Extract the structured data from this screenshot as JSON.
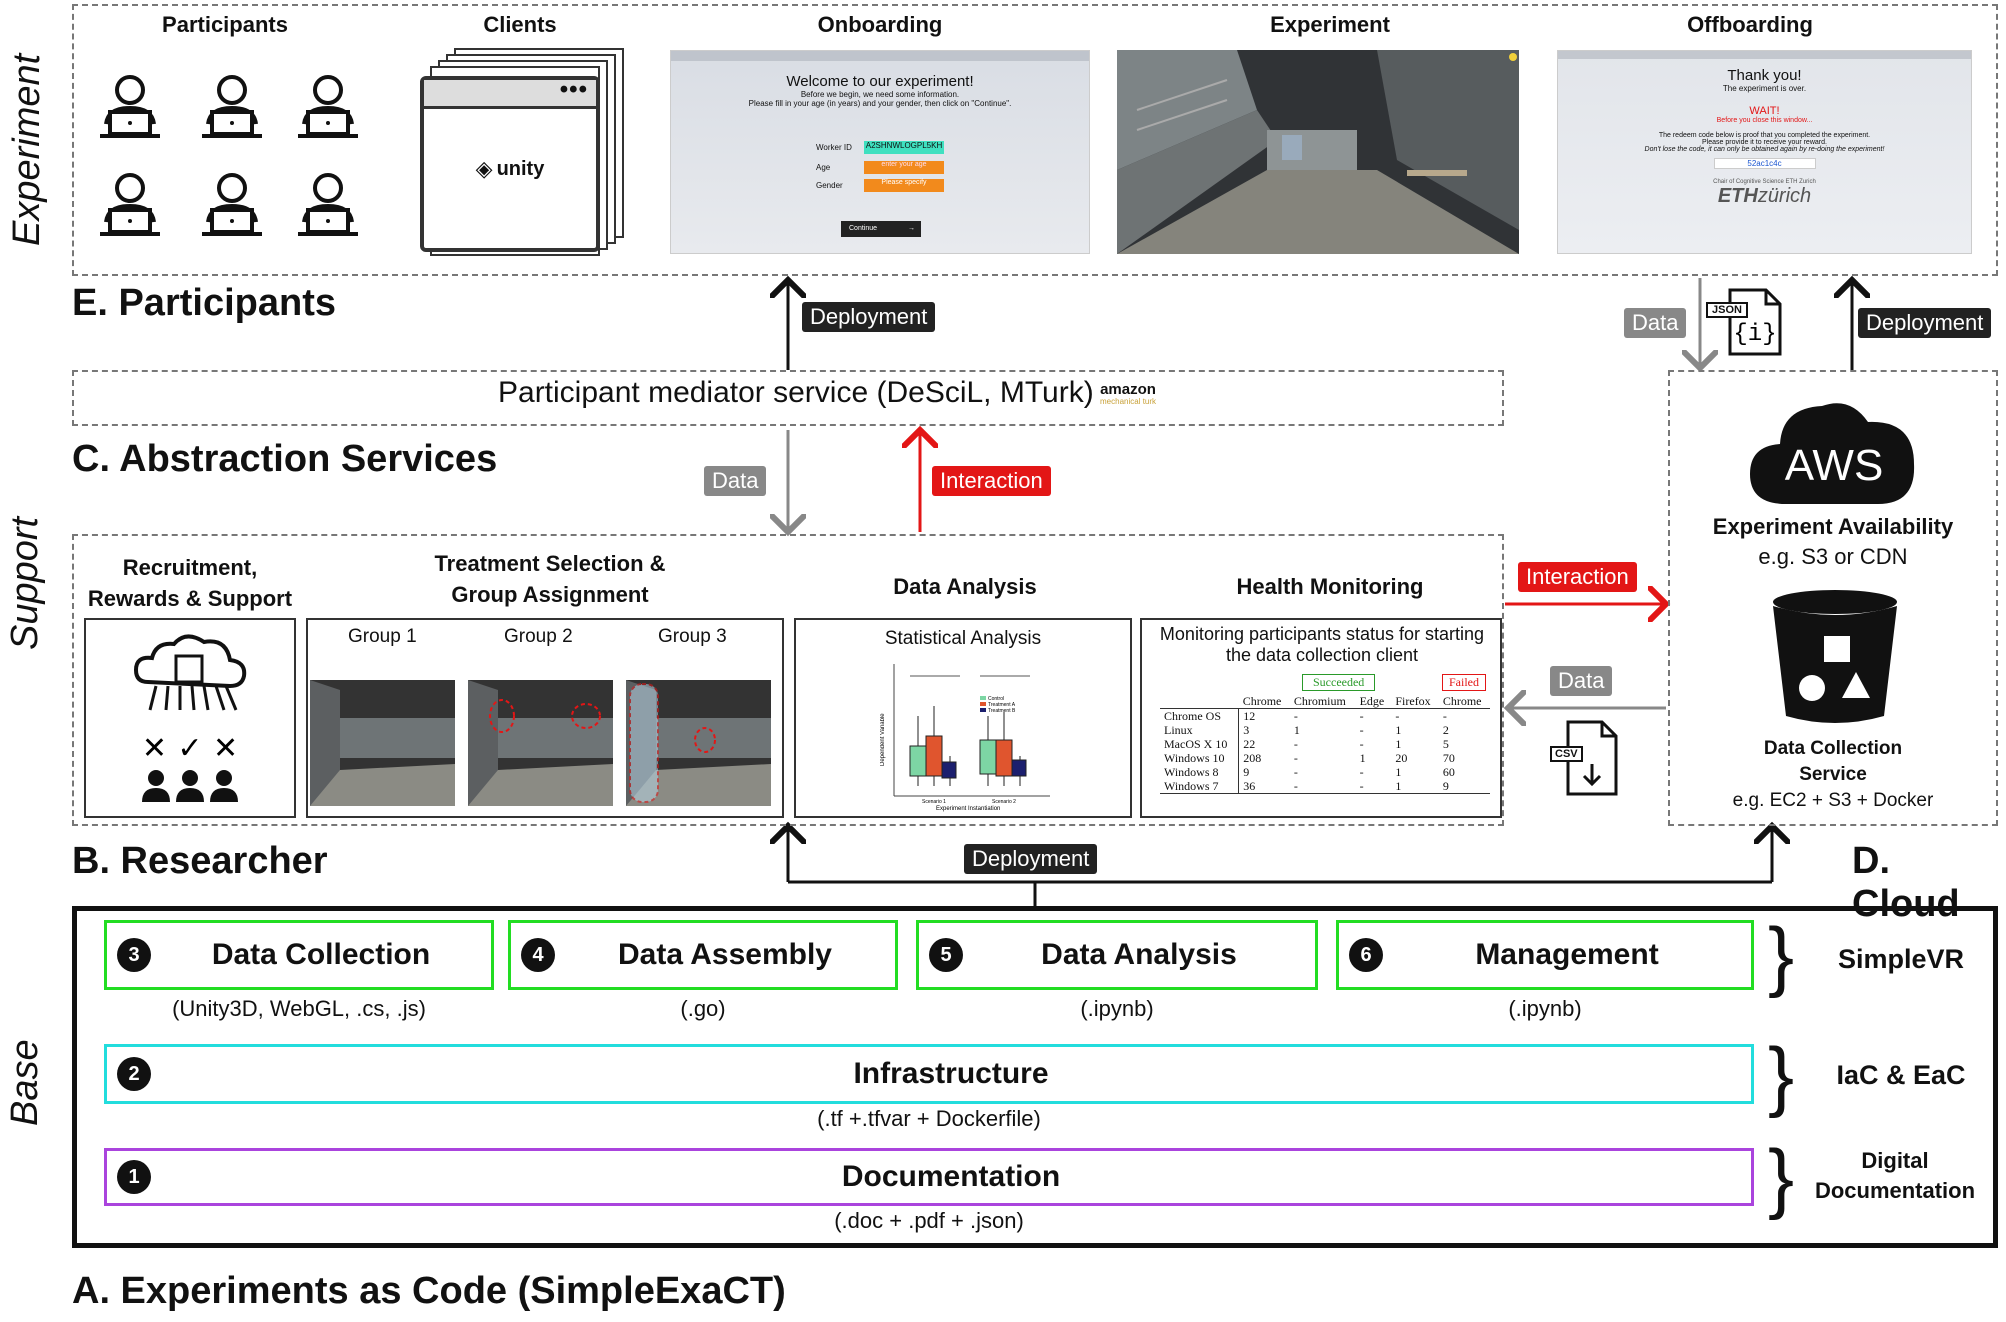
{
  "experiment_row": {
    "side_label": "Experiment",
    "headers": {
      "participants": "Participants",
      "clients": "Clients",
      "onboarding": "Onboarding",
      "experiment": "Experiment",
      "offboarding": "Offboarding"
    },
    "client_logo": "unity",
    "onboarding_screen": {
      "title": "Welcome to our experiment!",
      "line1": "Before we begin, we need some information.",
      "line2": "Please fill in your age (in years) and your gender, then click on \"Continue\".",
      "worker_id_label": "Worker ID",
      "worker_id_value": "A2SHNWLOGPL5KH",
      "age_label": "Age",
      "age_value": "enter your age",
      "gender_label": "Gender",
      "gender_value": "Please specify",
      "continue_label": "Continue"
    },
    "offboarding_screen": {
      "title": "Thank you!",
      "line1": "The experiment is over.",
      "wait": "WAIT!",
      "wait_sub": "Before you close this window...",
      "info1": "The redeem code below is proof that you completed the experiment.",
      "info2": "Please provide it to receive your reward.",
      "info3": "Don't lose the code, it can only be obtained again by re-doing the experiment!",
      "code": "52ac1c4c",
      "footer": "Chair of Cognitive Science ETH Zurich",
      "logo_bold": "ETH",
      "logo_rest": "zürich"
    }
  },
  "section_labels": {
    "participants": "E. Participants",
    "abstraction": "C. Abstraction Services",
    "researcher": "B. Researcher",
    "cloud": "D. Cloud",
    "simpleexact": "A. Experiments as Code (SimpleExaCT)",
    "support": "Support",
    "base": "Base"
  },
  "tags": {
    "deployment": "Deployment",
    "data": "Data",
    "interaction": "Interaction",
    "json_label": "JSON",
    "csv_label": "CSV"
  },
  "mediator": {
    "text": "Participant mediator service (DeSciL, MTurk)",
    "logo": "amazon",
    "logo_sub": "mechanical turk"
  },
  "researcher_panels": {
    "recruitment": "Recruitment,\nRewards & Support",
    "treatment": "Treatment Selection &\nGroup Assignment",
    "groups": [
      "Group 1",
      "Group 2",
      "Group 3"
    ],
    "data_analysis": "Data Analysis",
    "statistical": "Statistical Analysis",
    "health": "Health Monitoring",
    "health_desc": "Monitoring participants status for starting the data collection client",
    "health_table": {
      "succeeded": "Succeeded",
      "failed": "Failed",
      "columns": [
        "Chrome",
        "Chromium",
        "Edge",
        "Firefox",
        "Chrome"
      ],
      "rows": [
        [
          "Chrome OS",
          "12",
          "-",
          "-",
          "-",
          "-"
        ],
        [
          "Linux",
          "3",
          "1",
          "-",
          "1",
          "2"
        ],
        [
          "MacOS X 10",
          "22",
          "-",
          "-",
          "1",
          "5"
        ],
        [
          "Windows 10",
          "208",
          "-",
          "1",
          "20",
          "70"
        ],
        [
          "Windows 8",
          "9",
          "-",
          "-",
          "1",
          "60"
        ],
        [
          "Windows 7",
          "36",
          "-",
          "-",
          "1",
          "9"
        ]
      ]
    },
    "chart_text": {
      "ylabel": "Dependent Variable",
      "xlabel": "Experiment Instantiation",
      "x1": "Scenario 1",
      "x2": "Scenario 2",
      "legend": [
        "Control",
        "Treatment A",
        "Treatment B"
      ]
    }
  },
  "cloud": {
    "aws": "AWS",
    "availability_title": "Experiment Availability",
    "availability_sub": "e.g. S3 or CDN",
    "collection_title": "Data Collection\nService",
    "collection_sub": "e.g. EC2 + S3 + Docker"
  },
  "base": {
    "components": [
      {
        "num": "3",
        "label": "Data Collection",
        "sub": "(Unity3D, WebGL, .cs, .js)"
      },
      {
        "num": "4",
        "label": "Data Assembly",
        "sub": "(.go)"
      },
      {
        "num": "5",
        "label": "Data Analysis",
        "sub": "(.ipynb)"
      },
      {
        "num": "6",
        "label": "Management",
        "sub": "(.ipynb)"
      }
    ],
    "infrastructure": {
      "num": "2",
      "label": "Infrastructure",
      "sub": "(.tf +.tfvar + Dockerfile)"
    },
    "documentation": {
      "num": "1",
      "label": "Documentation",
      "sub": "(.doc + .pdf + .json)"
    },
    "right_labels": {
      "simplevr": "SimpleVR",
      "iac": "IaC & EaC",
      "digital": "Digital\nDocumentation"
    },
    "brace": "}"
  },
  "colors": {
    "green": "#22dd22",
    "cyan": "#22dddd",
    "purple": "#aa44dd",
    "red": "#e31616",
    "gray": "#888888"
  }
}
